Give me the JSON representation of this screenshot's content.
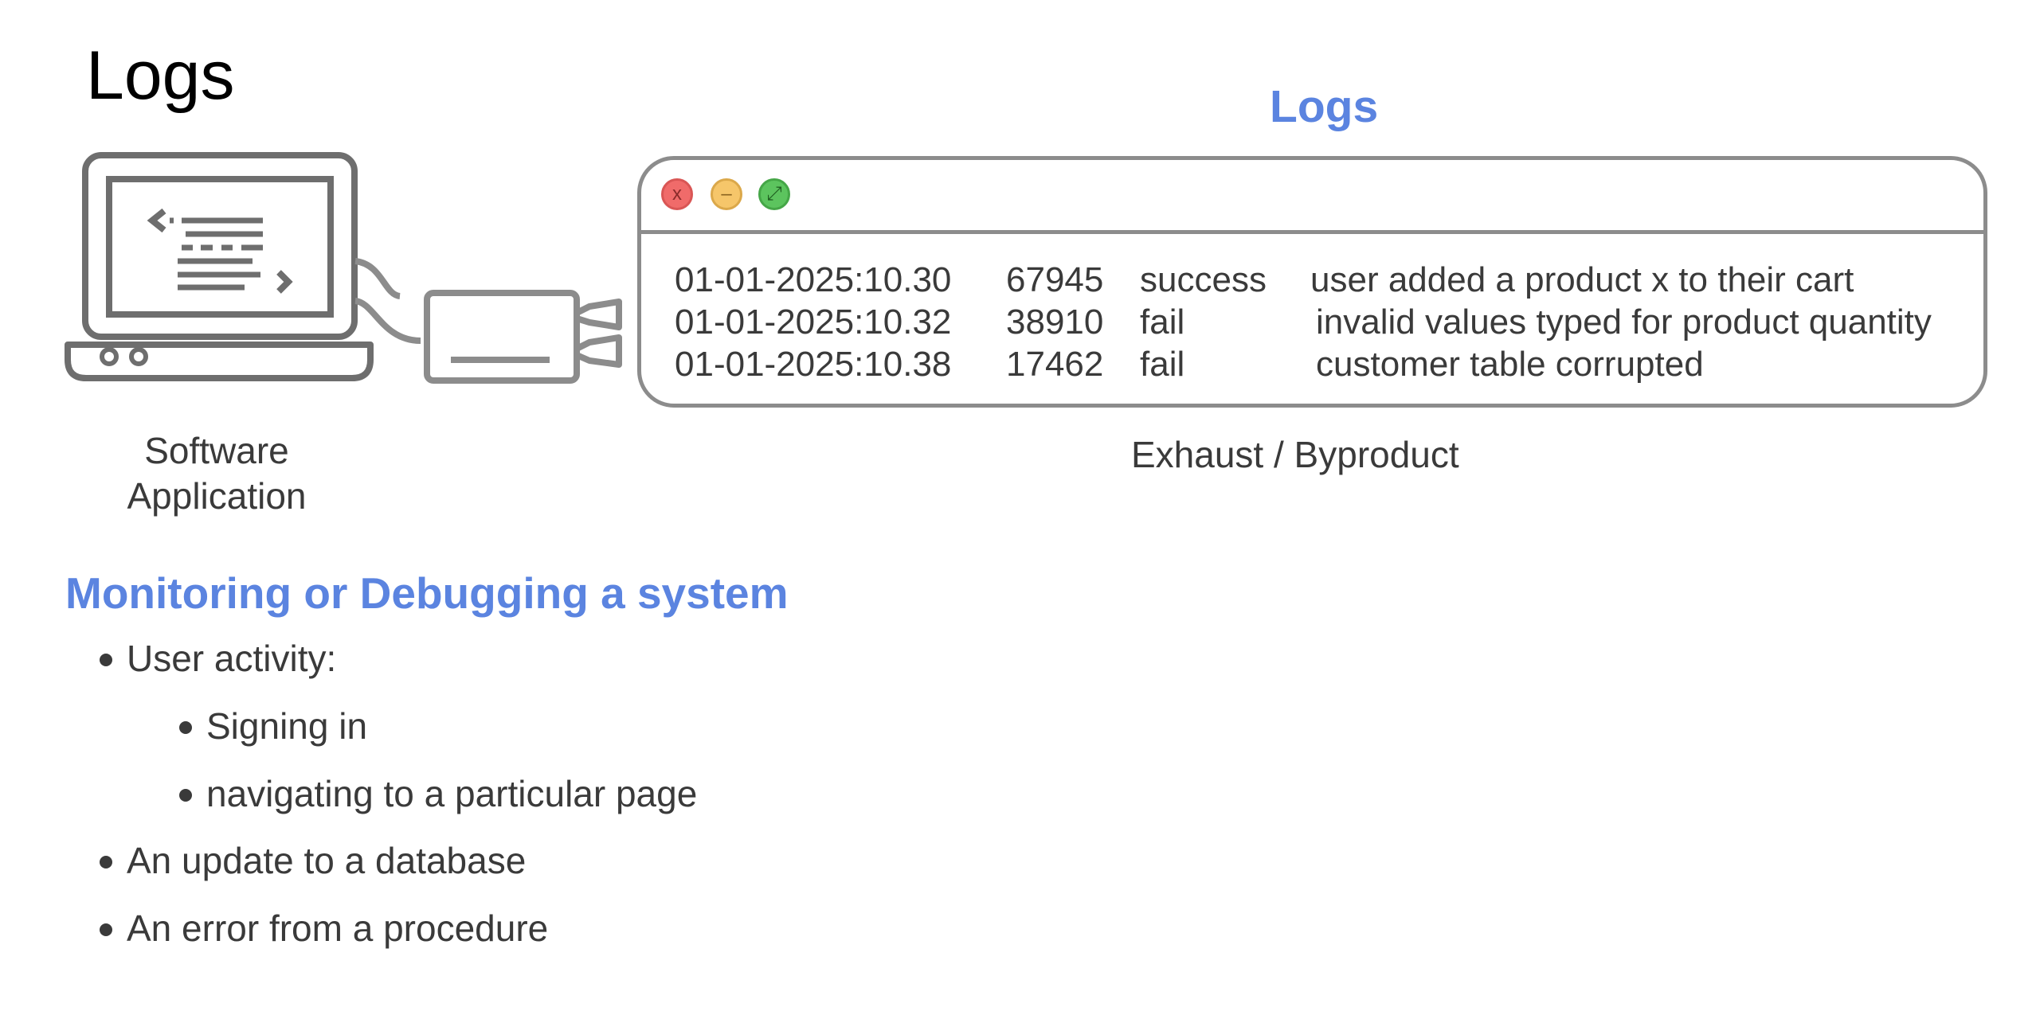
{
  "slide_title": "Logs",
  "log_window_title": "Logs",
  "app_caption": [
    "Software",
    "Application"
  ],
  "log_window": {
    "buttons": {
      "close": "x",
      "minimize": "–",
      "zoom": "⤢"
    },
    "rows": [
      {
        "timestamp": "01-01-2025:10.30",
        "id": "67945",
        "status": "success",
        "message": "user added a product x to their cart"
      },
      {
        "timestamp": "01-01-2025:10.32",
        "id": "38910",
        "status": "fail",
        "message": "invalid values typed for product quantity"
      },
      {
        "timestamp": "01-01-2025:10.38",
        "id": "17462",
        "status": "fail",
        "message": "customer table corrupted"
      }
    ]
  },
  "log_caption": "Exhaust / Byproduct",
  "section": {
    "heading": "Monitoring or Debugging a system",
    "bullets": [
      {
        "text": "User activity:",
        "level": 1
      },
      {
        "text": "Signing in",
        "level": 2
      },
      {
        "text": "navigating to a particular page",
        "level": 2
      },
      {
        "text": "An update to a database",
        "level": 1
      },
      {
        "text": "An error from a procedure",
        "level": 1
      }
    ]
  },
  "colors": {
    "accent": "#5b84e0",
    "outline": "#6e6e6e",
    "window_border": "#8c8c8c",
    "close": "#f06b6a",
    "minimize": "#f6c66a",
    "zoom": "#5cc45e"
  },
  "icons": [
    "laptop-code-icon",
    "log-shipper-device-icon",
    "close-icon",
    "minimize-icon",
    "zoom-icon"
  ]
}
